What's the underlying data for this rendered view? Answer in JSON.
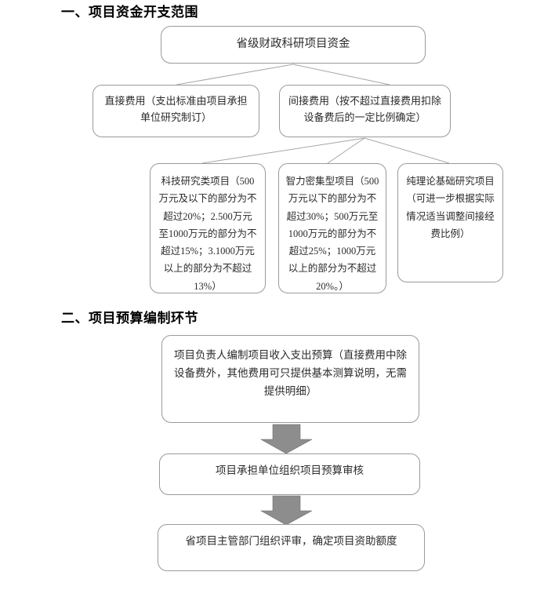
{
  "document": {
    "sections": [
      {
        "heading": "一、项目资金开支范围",
        "type": "tree-diagram",
        "nodes": {
          "root": "省级财政科研项目资金",
          "direct": "直接费用（支出标准由项目承担单位研究制订）",
          "indirect": "间接费用（按不超过直接费用扣除设备费后的一定比例确定）",
          "leaf_1": "科技研究类项目（500万元及以下的部分为不超过20%；2.500万元至1000万元的部分为不超过15%；3.1000万元以上的部分为不超过13%）",
          "leaf_2": "智力密集型项目（500万元以下的部分为不超过30%；500万元至1000万元的部分为不超过25%；1000万元以上的部分为不超过20%。）",
          "leaf_3": "纯理论基础研究项目（可进一步根据实际情况适当调整间接经费比例）"
        }
      },
      {
        "heading": "二、项目预算编制环节",
        "type": "flowchart",
        "steps": [
          "项目负责人编制项目收入支出预算（直接费用中除设备费外，其他费用可只提供基本测算说明，无需提供明细）",
          "项目承担单位组织项目预算审核",
          "省项目主管部门组织评审，确定项目资助额度"
        ]
      }
    ]
  },
  "colors": {
    "box_border": "#9a9a9a",
    "connector_line": "#a6a6a6",
    "arrow_fill": "#8d8d8d",
    "text": "#2b2b2b",
    "heading_text": "#000000",
    "background": "#ffffff"
  }
}
